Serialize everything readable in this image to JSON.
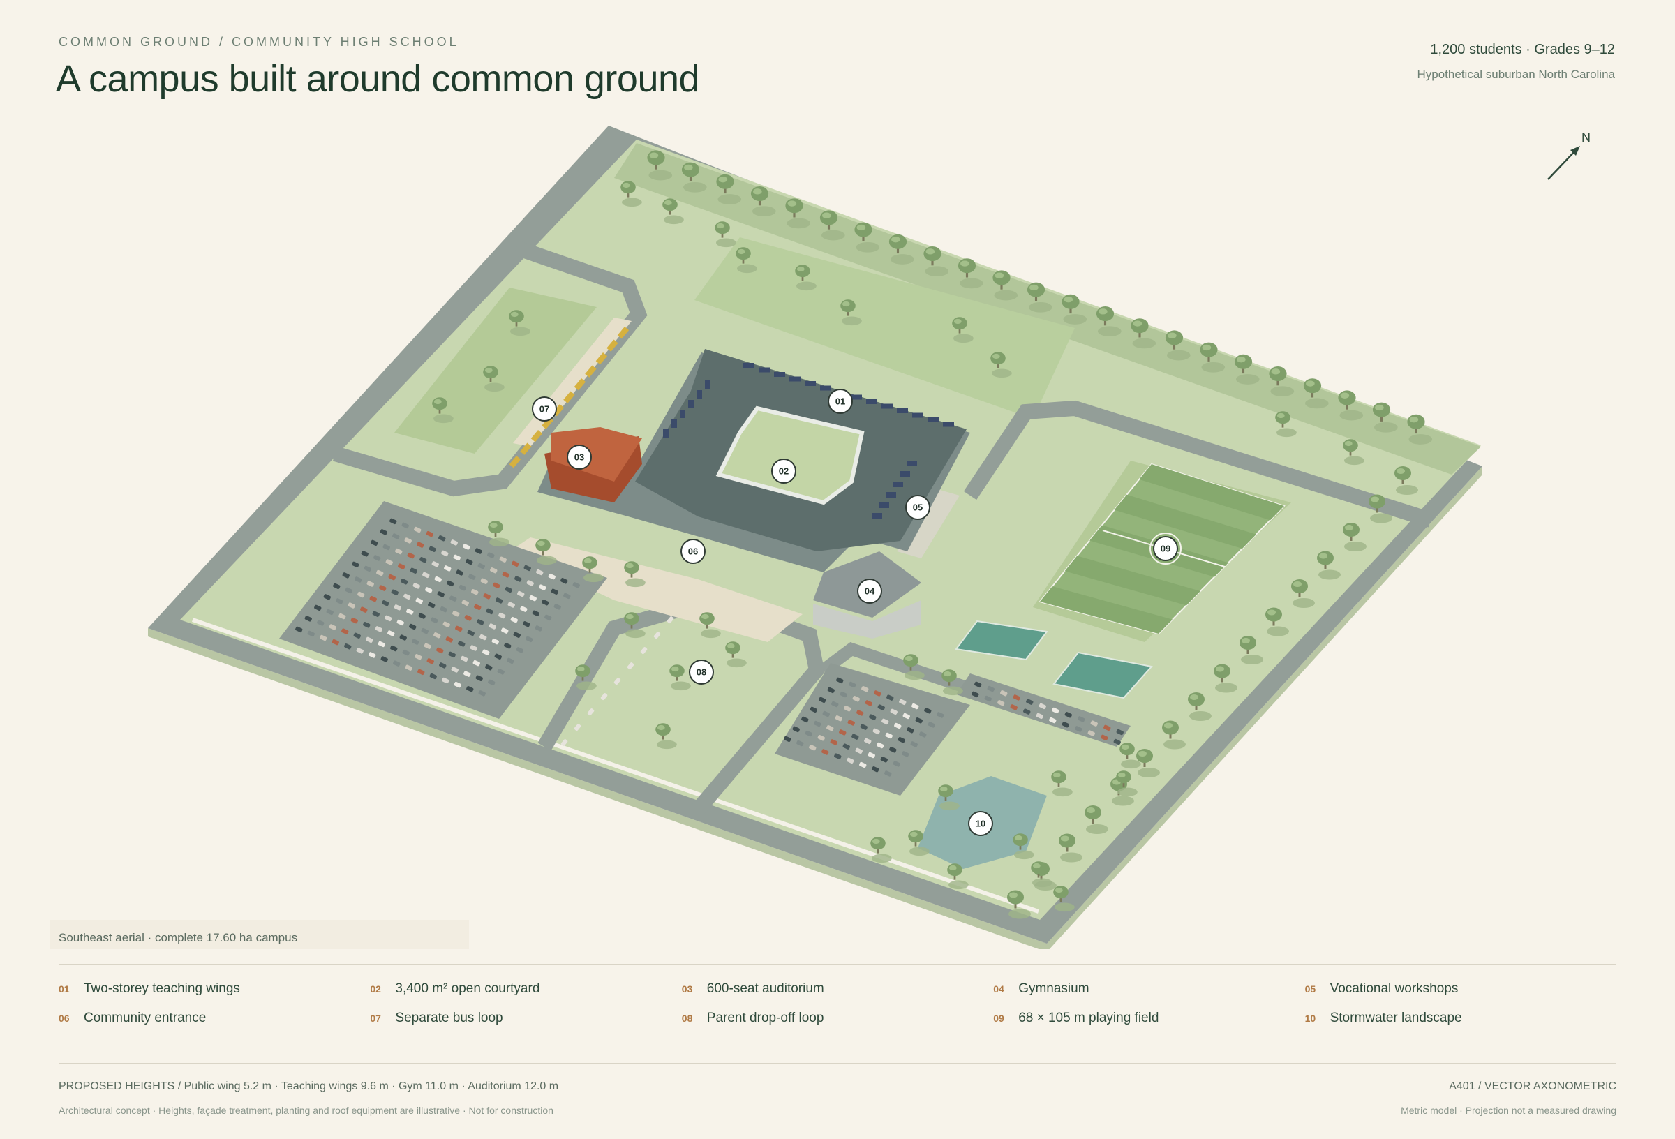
{
  "header": {
    "kicker": "COMMON GROUND / COMMUNITY HIGH SCHOOL",
    "title": "A campus built around common ground",
    "stats": "1,200 students · Grades 9–12",
    "location": "Hypothetical suburban North Carolina",
    "north_label": "N"
  },
  "view_caption": "Southeast aerial · complete 17.60 ha campus",
  "markers": [
    "01",
    "02",
    "03",
    "04",
    "05",
    "06",
    "07",
    "08",
    "09",
    "10"
  ],
  "legend": [
    {
      "num": "01",
      "label": "Two-storey teaching wings"
    },
    {
      "num": "02",
      "label": "3,400 m² open courtyard"
    },
    {
      "num": "03",
      "label": "600-seat auditorium"
    },
    {
      "num": "04",
      "label": "Gymnasium"
    },
    {
      "num": "05",
      "label": "Vocational workshops"
    },
    {
      "num": "06",
      "label": "Community entrance"
    },
    {
      "num": "07",
      "label": "Separate bus loop"
    },
    {
      "num": "08",
      "label": "Parent drop-off loop"
    },
    {
      "num": "09",
      "label": "68 × 105 m playing field"
    },
    {
      "num": "10",
      "label": "Stormwater landscape"
    }
  ],
  "footer": {
    "heights": "PROPOSED HEIGHTS / Public wing 5.2 m · Teaching wings 9.6 m · Gym 11.0 m · Auditorium 12.0 m",
    "disclaimer": "Architectural concept · Heights, façade treatment, planting and roof equipment are illustrative · Not for construction",
    "sheet": "A401 / VECTOR AXONOMETRIC",
    "note": "Metric model · Projection not a measured drawing"
  },
  "colors": {
    "background": "#f7f3ea",
    "grass": "#c8d7b0",
    "grass_dark": "#b4c99a",
    "road": "#8f9a94",
    "roof": "#5d6e6c",
    "auditorium": "#b85c3a",
    "water": "#8fb3ad",
    "court": "#5f9e8c",
    "accent": "#b07a45"
  }
}
